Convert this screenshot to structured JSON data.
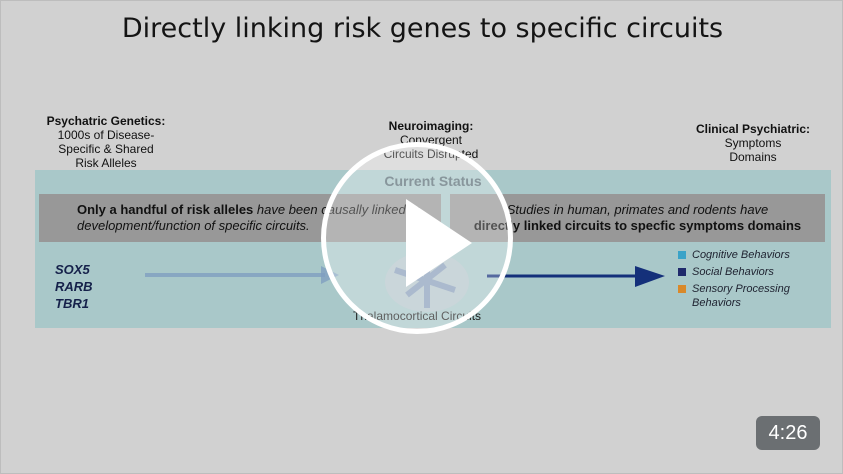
{
  "slide": {
    "title": "Directly linking risk genes to specific circuits",
    "headers": {
      "left": {
        "bold": "Psychatric Genetics:",
        "lines": [
          "1000s of Disease-",
          "Specific & Shared",
          "Risk Alleles"
        ]
      },
      "middle": {
        "bold": "Neuroimaging:",
        "lines": [
          "Convergent",
          "Circuits Disrupted"
        ]
      },
      "right": {
        "bold": "Clinical Psychiatric:",
        "lines": [
          "Symptoms",
          "Domains"
        ]
      }
    },
    "status": {
      "title": "Current Status",
      "left_box": {
        "strong": "Only a handful of risk alleles",
        "rest": " have been causally linked to development/function of specific circuits."
      },
      "right_box": {
        "text": "Studies in human, primates and rodents have",
        "strong": "directly linked circuits to specfic symptoms domains"
      }
    },
    "genes": [
      "SOX5",
      "RARB",
      "TBR1"
    ],
    "brain_label": "Thalamocortical Circuits",
    "legend": [
      {
        "label": "Cognitive Behaviors",
        "color": "#3aa3c8"
      },
      {
        "label": "Social Behaviors",
        "color": "#1f2a6b"
      },
      {
        "label": "Sensory Processing Behaviors",
        "color": "#d9892a"
      }
    ],
    "colors": {
      "background": "#d1d1d1",
      "panel": "#a9c8c9",
      "box": "#989898",
      "arrow": "#14307a",
      "faded_arrow": "#7f9fc0"
    }
  },
  "player": {
    "duration": "4:26",
    "play_icon": "play-icon"
  }
}
